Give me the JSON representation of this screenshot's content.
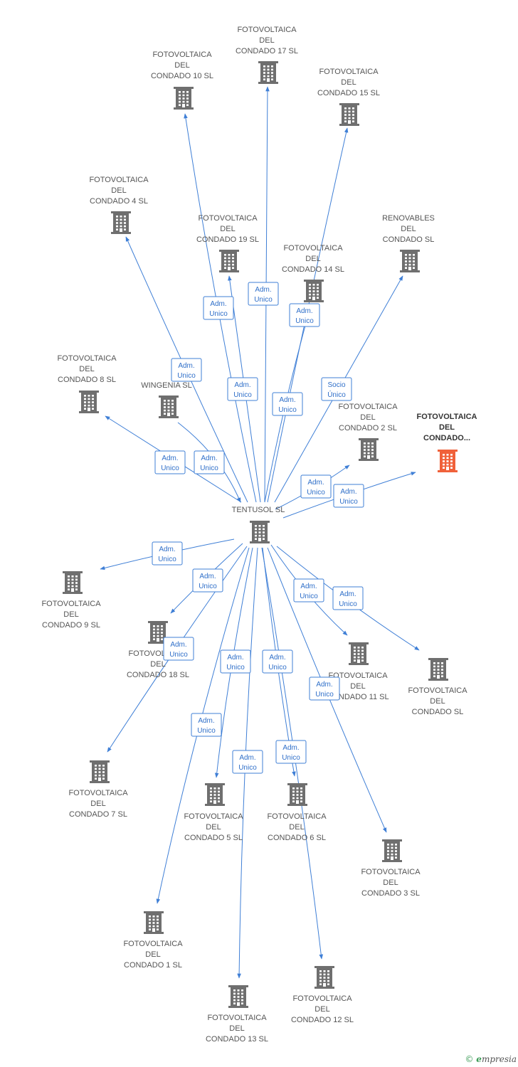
{
  "colors": {
    "edge": "#3f7fd6",
    "node": "#6f6f6f",
    "highlight": "#f0613a",
    "label": "#555555"
  },
  "brand": {
    "copyright": "©",
    "initial": "e",
    "rest": "mpresia"
  },
  "nodes": [
    {
      "id": "tentusol",
      "lines": [
        "TENTUSOL SL"
      ]
    },
    {
      "id": "c17",
      "lines": [
        "FOTOVOLTAICA",
        "DEL",
        "CONDADO 17 SL"
      ]
    },
    {
      "id": "c10",
      "lines": [
        "FOTOVOLTAICA",
        "DEL",
        "CONDADO 10 SL"
      ]
    },
    {
      "id": "c15",
      "lines": [
        "FOTOVOLTAICA",
        "DEL",
        "CONDADO 15 SL"
      ]
    },
    {
      "id": "c4",
      "lines": [
        "FOTOVOLTAICA",
        "DEL",
        "CONDADO 4 SL"
      ]
    },
    {
      "id": "c19",
      "lines": [
        "FOTOVOLTAICA",
        "DEL",
        "CONDADO 19 SL"
      ]
    },
    {
      "id": "renov",
      "lines": [
        "RENOVABLES",
        "DEL",
        "CONDADO SL"
      ]
    },
    {
      "id": "c14",
      "lines": [
        "FOTOVOLTAICA",
        "DEL",
        "CONDADO 14 SL"
      ]
    },
    {
      "id": "c8",
      "lines": [
        "FOTOVOLTAICA",
        "DEL",
        "CONDADO 8 SL"
      ]
    },
    {
      "id": "wingenia",
      "lines": [
        "WINGENIA SL"
      ]
    },
    {
      "id": "c2",
      "lines": [
        "FOTOVOLTAICA",
        "DEL",
        "CONDADO 2 SL"
      ]
    },
    {
      "id": "focus",
      "lines": [
        "FOTOVOLTAICA",
        "DEL",
        "CONDADO..."
      ],
      "highlight": true
    },
    {
      "id": "c9",
      "lines": [
        "FOTOVOLTAICA",
        "DEL",
        "CONDADO 9 SL"
      ]
    },
    {
      "id": "c18",
      "lines": [
        "FOTOVOLTAICA",
        "DEL",
        "CONDADO 18 SL"
      ]
    },
    {
      "id": "c11",
      "lines": [
        "FOTOVOLTAICA",
        "DEL",
        "CONDADO 11 SL"
      ]
    },
    {
      "id": "csl",
      "lines": [
        "FOTOVOLTAICA",
        "DEL",
        "CONDADO SL"
      ]
    },
    {
      "id": "c7",
      "lines": [
        "FOTOVOLTAICA",
        "DEL",
        "CONDADO 7 SL"
      ]
    },
    {
      "id": "c5",
      "lines": [
        "FOTOVOLTAICA",
        "DEL",
        "CONDADO 5 SL"
      ]
    },
    {
      "id": "c6",
      "lines": [
        "FOTOVOLTAICA",
        "DEL",
        "CONDADO 6 SL"
      ]
    },
    {
      "id": "c3",
      "lines": [
        "FOTOVOLTAICA",
        "DEL",
        "CONDADO 3 SL"
      ]
    },
    {
      "id": "c1",
      "lines": [
        "FOTOVOLTAICA",
        "DEL",
        "CONDADO 1 SL"
      ]
    },
    {
      "id": "c13",
      "lines": [
        "FOTOVOLTAICA",
        "DEL",
        "CONDADO 13 SL"
      ]
    },
    {
      "id": "c12",
      "lines": [
        "FOTOVOLTAICA",
        "DEL",
        "CONDADO 12 SL"
      ]
    }
  ],
  "edges": [
    {
      "from": "tentusol",
      "to": "c17",
      "label": [
        "Adm.",
        "Unico"
      ]
    },
    {
      "from": "tentusol",
      "to": "c10",
      "label": [
        "Adm.",
        "Unico"
      ]
    },
    {
      "from": "tentusol",
      "to": "c15",
      "label": [
        "Adm.",
        "Unico"
      ]
    },
    {
      "from": "tentusol",
      "to": "c4",
      "label": [
        "Adm.",
        "Unico"
      ]
    },
    {
      "from": "tentusol",
      "to": "c19",
      "label": [
        "Adm.",
        "Unico"
      ]
    },
    {
      "from": "tentusol",
      "to": "renov",
      "label": [
        "Socio",
        "Único"
      ]
    },
    {
      "from": "tentusol",
      "to": "c14",
      "label": [
        "Adm.",
        "Unico"
      ]
    },
    {
      "from": "tentusol",
      "to": "c8",
      "label": [
        "Adm.",
        "Unico"
      ]
    },
    {
      "from": "wingenia",
      "to": "tentusol",
      "label": [
        "Adm.",
        "Unico"
      ]
    },
    {
      "from": "tentusol",
      "to": "c2",
      "label": [
        "Adm.",
        "Unico"
      ]
    },
    {
      "from": "tentusol",
      "to": "focus",
      "label": [
        "Adm.",
        "Unico"
      ]
    },
    {
      "from": "tentusol",
      "to": "c9",
      "label": [
        "Adm.",
        "Unico"
      ]
    },
    {
      "from": "tentusol",
      "to": "c18",
      "label": [
        "Adm.",
        "Unico"
      ]
    },
    {
      "from": "tentusol",
      "to": "c11",
      "label": [
        "Adm.",
        "Unico"
      ]
    },
    {
      "from": "tentusol",
      "to": "csl",
      "label": [
        "Adm.",
        "Unico"
      ]
    },
    {
      "from": "tentusol",
      "to": "c7",
      "label": [
        "Adm.",
        "Unico"
      ]
    },
    {
      "from": "tentusol",
      "to": "c5",
      "label": [
        "Adm.",
        "Unico"
      ]
    },
    {
      "from": "tentusol",
      "to": "c6",
      "label": [
        "Adm.",
        "Unico"
      ]
    },
    {
      "from": "tentusol",
      "to": "c3",
      "label": [
        "Adm.",
        "Unico"
      ]
    },
    {
      "from": "tentusol",
      "to": "c1",
      "label": [
        "Adm.",
        "Unico"
      ]
    },
    {
      "from": "tentusol",
      "to": "c13",
      "label": [
        "Adm.",
        "Unico"
      ]
    },
    {
      "from": "tentusol",
      "to": "c12",
      "label": [
        "Adm.",
        "Unico"
      ]
    }
  ]
}
